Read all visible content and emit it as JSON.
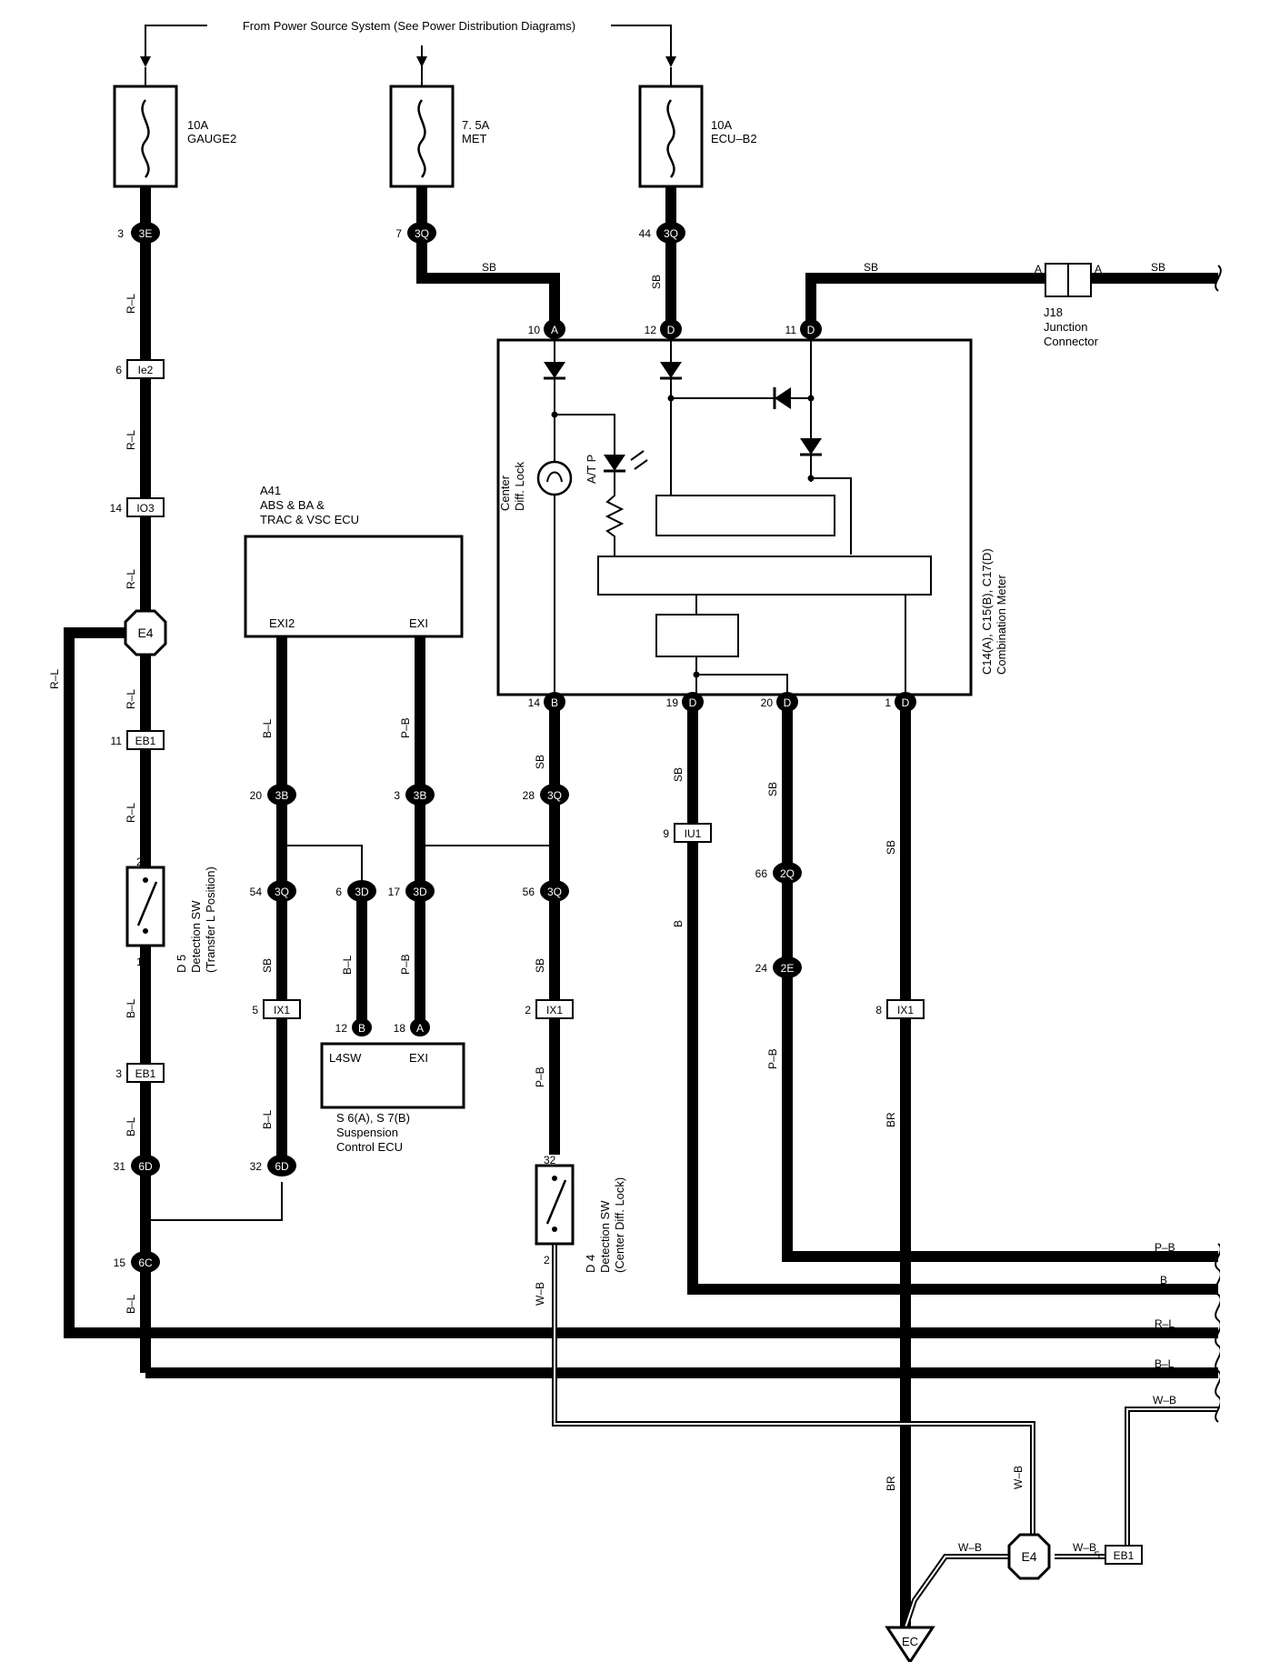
{
  "header": {
    "power_source": "From Power Source System (See Power Distribution Diagrams)"
  },
  "fuses": [
    {
      "rating": "10A",
      "name": "GAUGE2"
    },
    {
      "rating": "7. 5A",
      "name": "MET"
    },
    {
      "rating": "10A",
      "name": "ECU–B2"
    }
  ],
  "components": {
    "junction": {
      "id": "J18",
      "line1": "Junction",
      "line2": "Connector",
      "pin_a": "A"
    },
    "abs_ecu": {
      "id": "A41",
      "line1": "ABS & BA &",
      "line2": "TRAC & VSC ECU",
      "term1": "EXI2",
      "term2": "EXI"
    },
    "meter": {
      "id": "C14(A), C15(B), C17(D)",
      "name": "Combination Meter",
      "lamp1": "Center",
      "lamp2": "Diff. Lock",
      "atp": "A/T P"
    },
    "susp_ecu": {
      "id": "S 6(A), S 7(B)",
      "line1": "Suspension",
      "line2": "Control ECU",
      "term1": "L4SW",
      "term2": "EXI"
    },
    "d5": {
      "id": "D 5",
      "line1": "Detection SW",
      "line2": "(Transfer L Position)"
    },
    "d4": {
      "id": "D 4",
      "line1": "Detection SW",
      "line2": "(Center Diff. Lock)"
    },
    "ground": "EC"
  },
  "connectors": {
    "c3e": "3E",
    "c3q": "3Q",
    "ie2": "Ie2",
    "io3": "IO3",
    "e4": "E4",
    "eb1": "EB1",
    "c3b": "3B",
    "c3d": "3D",
    "ix1": "IX1",
    "c6d": "6D",
    "c6c": "6C",
    "iu1": "IU1",
    "c2q": "2Q",
    "c2e": "2E",
    "pA": "A",
    "pB": "B",
    "pD": "D"
  },
  "pins": [
    "3",
    "7",
    "44",
    "10",
    "12",
    "11",
    "6",
    "14",
    "11",
    "2",
    "3",
    "14",
    "19",
    "20",
    "1",
    "2",
    "1",
    "3",
    "20",
    "3",
    "28",
    "9",
    "54",
    "6",
    "17",
    "56",
    "66",
    "5",
    "12",
    "18",
    "2",
    "24",
    "8",
    "31",
    "32",
    "2",
    "1",
    "15",
    "5"
  ],
  "wires": {
    "rl": "R–L",
    "sb": "SB",
    "bl": "B–L",
    "pb": "P–B",
    "b": "B",
    "br": "BR",
    "wb": "W–B"
  },
  "exits": [
    "P–B",
    "B",
    "R–L",
    "B–L",
    "W–B"
  ]
}
